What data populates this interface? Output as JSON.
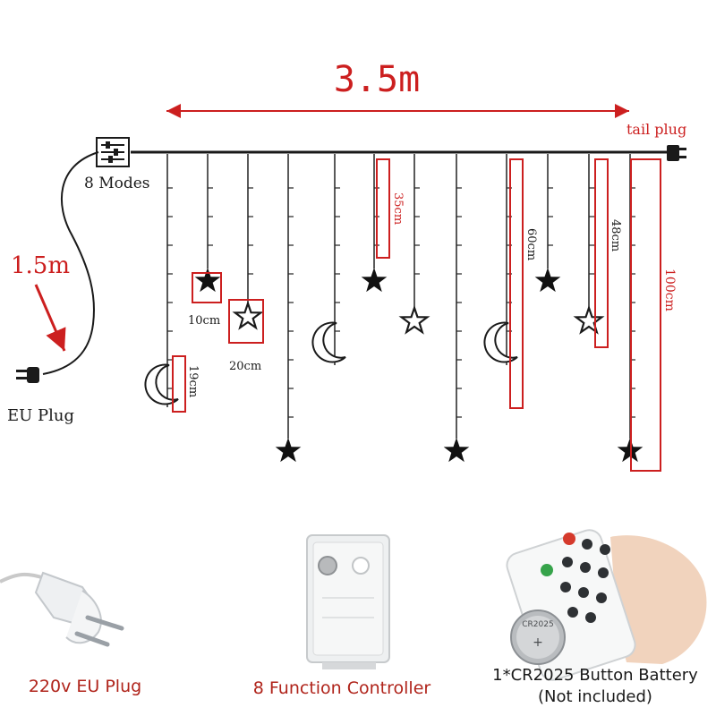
{
  "diagram": {
    "total_length": "3.5m",
    "tail_plug": "tail plug",
    "modes": "8 Modes",
    "lead_length": "1.5m",
    "eu_plug": "EU Plug",
    "dims": {
      "d10": "10cm",
      "d20": "20cm",
      "d19": "19cm",
      "d35": "35cm",
      "d60": "60cm",
      "d48": "48cm",
      "d100": "100cm"
    }
  },
  "accessories": {
    "plug_caption": "220v EU Plug",
    "controller_caption": "8 Function Controller",
    "battery_caption_1": "1*CR2025 Button Battery",
    "battery_caption_2": "(Not included)",
    "battery_marking": "CR2025"
  },
  "colors": {
    "red": "#cc1f1f",
    "wire": "#1a1a1a",
    "caption": "#b0241b"
  }
}
